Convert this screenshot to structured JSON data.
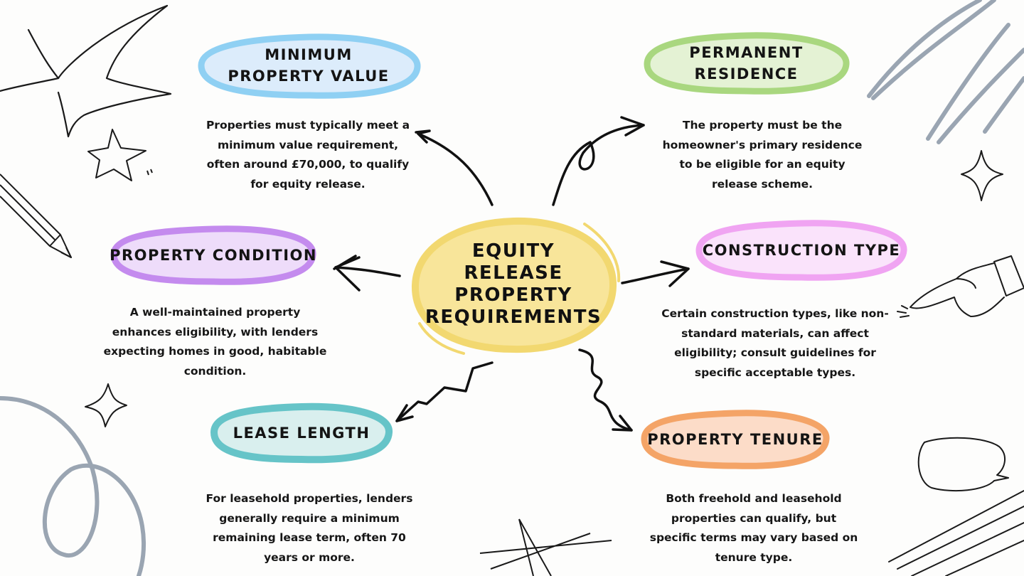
{
  "center": {
    "title": "EQUITY RELEASE PROPERTY REQUIREMENTS",
    "color": "#f6df7c"
  },
  "nodes": {
    "min_value": {
      "title": "MINIMUM PROPERTY VALUE",
      "description": "Properties must typically meet a minimum value requirement, often around £70,000, to qualify for equity release.",
      "color": "#8fd0f3"
    },
    "permanent_residence": {
      "title": "PERMANENT RESIDENCE",
      "description": "The property must be the homeowner's primary residence to be eligible for an equity release scheme.",
      "color": "#a9d77f"
    },
    "property_condition": {
      "title": "PROPERTY CONDITION",
      "description": "A well-maintained property enhances eligibility, with lenders expecting homes in good, habitable condition.",
      "color": "#c48bee"
    },
    "construction_type": {
      "title": "CONSTRUCTION TYPE",
      "description": "Certain construction types, like non-standard materials, can affect eligibility; consult guidelines for specific acceptable types.",
      "color": "#f0a4f2"
    },
    "lease_length": {
      "title": "LEASE LENGTH",
      "description": "For leasehold properties, lenders generally require a minimum remaining lease term, often 70 years or more.",
      "color": "#66c4c8"
    },
    "property_tenure": {
      "title": "PROPERTY TENURE",
      "description": "Both freehold and leasehold properties can qualify, but specific terms may vary based on tenure type.",
      "color": "#f4a467"
    }
  },
  "decorations": [
    "star-icon",
    "sparkle-icon",
    "pencil-icon",
    "pointing-hand-icon",
    "speech-bubble-icon",
    "scribble-lines",
    "swirl-loop"
  ]
}
